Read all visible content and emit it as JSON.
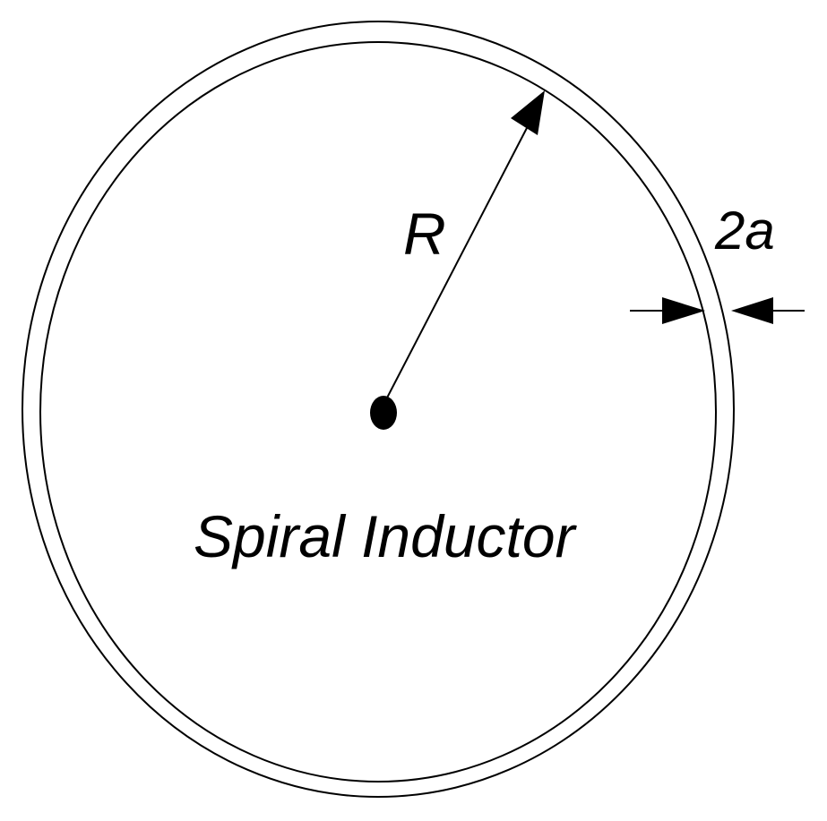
{
  "diagram": {
    "radius_label": "R",
    "thickness_label": "2a",
    "title": "Spiral Inductor",
    "colors": {
      "background": "#ffffff",
      "stroke": "#000000"
    }
  }
}
